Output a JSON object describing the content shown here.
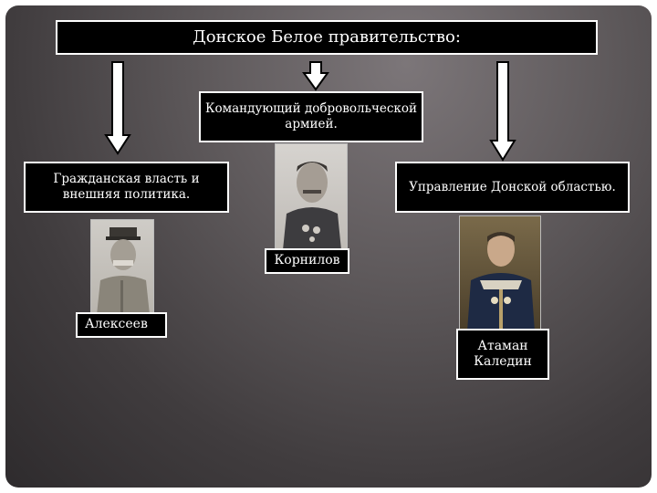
{
  "title": "Донское  Белое правительство:",
  "commander_box": "Командующий добровольческой армией.",
  "civil_box": "Гражданская власть и внешняя политика.",
  "don_box": "Управление Донской областью.",
  "persons": {
    "kornilov": "Корнилов",
    "alekseev": "Алексеев",
    "kaledin": "Атаман Каледин"
  },
  "colors": {
    "box_fill": "#000000",
    "box_border": "#ffffff",
    "arrow_fill": "#ffffff",
    "arrow_outline": "#000000"
  }
}
